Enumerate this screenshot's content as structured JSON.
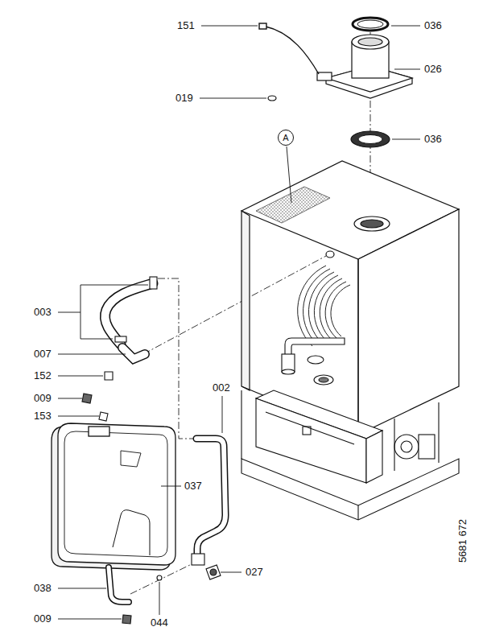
{
  "diagram": {
    "nodes": [
      {
        "text": [
          "A"
        ]
      }
    ],
    "labels": [
      "151",
      "036",
      "026",
      "019",
      "036",
      "003",
      "007",
      "152",
      "009",
      "153",
      "002",
      "037",
      "038",
      "009",
      "044",
      "027",
      "5681 672"
    ]
  }
}
